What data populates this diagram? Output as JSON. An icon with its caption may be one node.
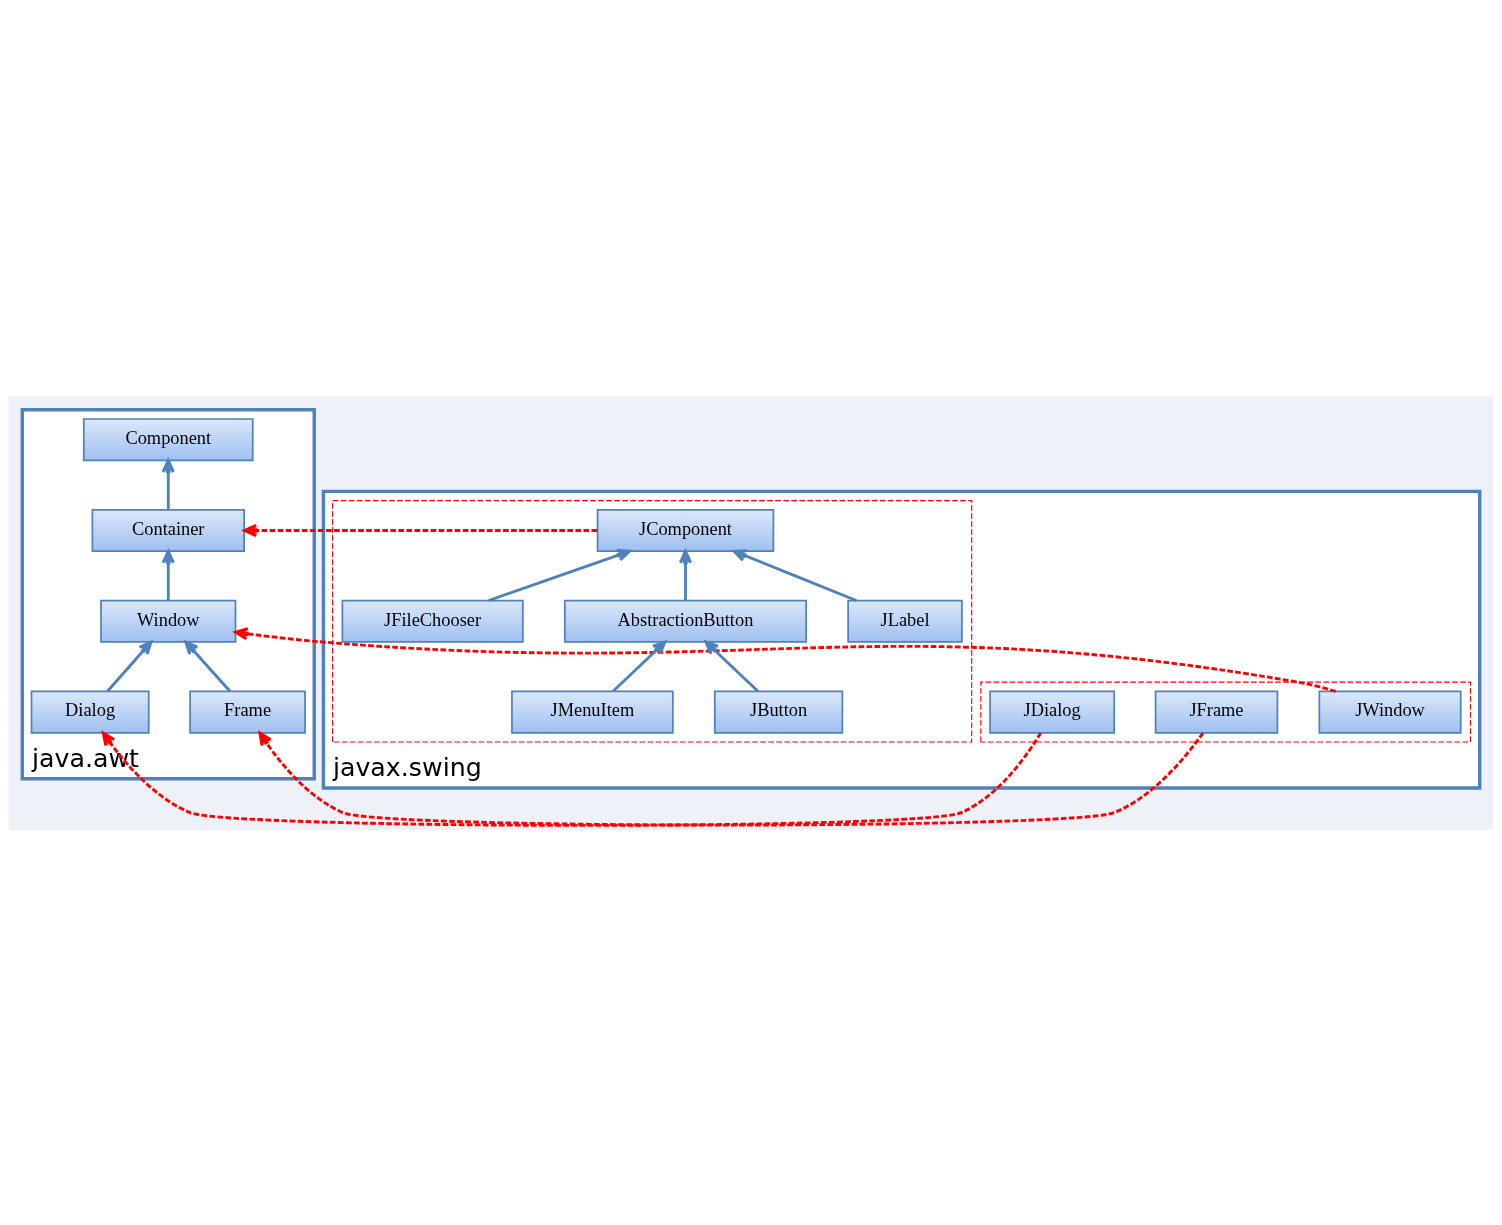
{
  "diagram": {
    "nodes": [
      {
        "text": [
          "java.awt"
        ]
      },
      {
        "text": [
          "Component"
        ],
        "in": 0
      },
      {
        "text": [
          "Container"
        ],
        "in": 0
      },
      {
        "text": [
          "Window"
        ],
        "in": 0
      },
      {
        "text": [
          "Frame"
        ],
        "in": 0
      },
      {
        "text": [
          "Dialog"
        ],
        "in": 0
      },
      {
        "text": [
          "javax.swing"
        ]
      },
      {
        "text": [],
        "shape": "box",
        "in": 6
      },
      {
        "text": [
          "JWindow"
        ],
        "in": 7
      },
      {
        "text": [
          "JFrame"
        ],
        "in": 7
      },
      {
        "text": [
          "JDialog"
        ],
        "in": 7
      },
      {
        "text": [],
        "shape": "box",
        "in": 6
      },
      {
        "text": [
          "JComponent"
        ],
        "in": 11
      },
      {
        "text": [
          "JLabel"
        ],
        "in": 11
      },
      {
        "text": [
          "AbstractionButton"
        ],
        "in": 11
      },
      {
        "text": [
          "JButton"
        ],
        "in": 11
      },
      {
        "text": [
          "JMenuItem"
        ],
        "in": 11
      },
      {
        "text": [
          "JFileChooser"
        ],
        "in": 11
      }
    ],
    "edges": [
      {
        "from": 2,
        "to": 1,
        "arrow": "to"
      },
      {
        "from": 3,
        "to": 2,
        "arrow": "to"
      },
      {
        "from": 4,
        "to": 3,
        "arrow": "to"
      },
      {
        "from": 5,
        "to": 3,
        "arrow": "to"
      },
      {
        "from": 8,
        "to": 3,
        "arrow": "to",
        "style": "dashed",
        "color": "#ff0000"
      },
      {
        "from": 9,
        "to": 4,
        "arrow": "to",
        "style": "dashed",
        "color": "#ff0000"
      },
      {
        "from": 10,
        "to": 5,
        "arrow": "to",
        "style": "dashed",
        "color": "#ff0000"
      },
      {
        "from": 12,
        "to": 2,
        "arrow": "to",
        "style": "dashed",
        "color": "#ff0000"
      },
      {
        "from": 13,
        "to": 12,
        "arrow": "to"
      },
      {
        "from": 14,
        "to": 12,
        "arrow": "to"
      },
      {
        "from": 15,
        "to": 14,
        "arrow": "to"
      },
      {
        "from": 16,
        "to": 14,
        "arrow": "to"
      },
      {
        "from": 17,
        "to": 12,
        "arrow": "to"
      }
    ]
  }
}
